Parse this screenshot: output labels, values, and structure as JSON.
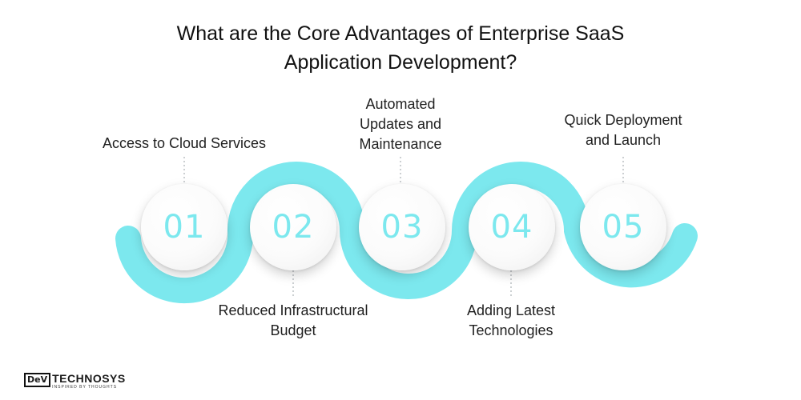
{
  "title": {
    "line1": "What are the Core Advantages of Enterprise SaaS",
    "line2": "Application Development?"
  },
  "steps": [
    {
      "number": "01",
      "label_lines": [
        "Access to Cloud Services"
      ],
      "position": "top"
    },
    {
      "number": "02",
      "label_lines": [
        "Reduced Infrastructural",
        "Budget"
      ],
      "position": "bottom"
    },
    {
      "number": "03",
      "label_lines": [
        "Automated",
        "Updates and",
        "Maintenance"
      ],
      "position": "top"
    },
    {
      "number": "04",
      "label_lines": [
        "Adding Latest",
        "Technologies"
      ],
      "position": "bottom"
    },
    {
      "number": "05",
      "label_lines": [
        "Quick Deployment",
        "and Launch"
      ],
      "position": "top"
    }
  ],
  "logo": {
    "box": "DeV",
    "word": "TECHNOSYS",
    "tagline": "INSPIRED BY THOUGHTS"
  },
  "colors": {
    "wave": "#7ce8ee",
    "number": "#7ce8ee",
    "connector": "#9aa0a6"
  }
}
